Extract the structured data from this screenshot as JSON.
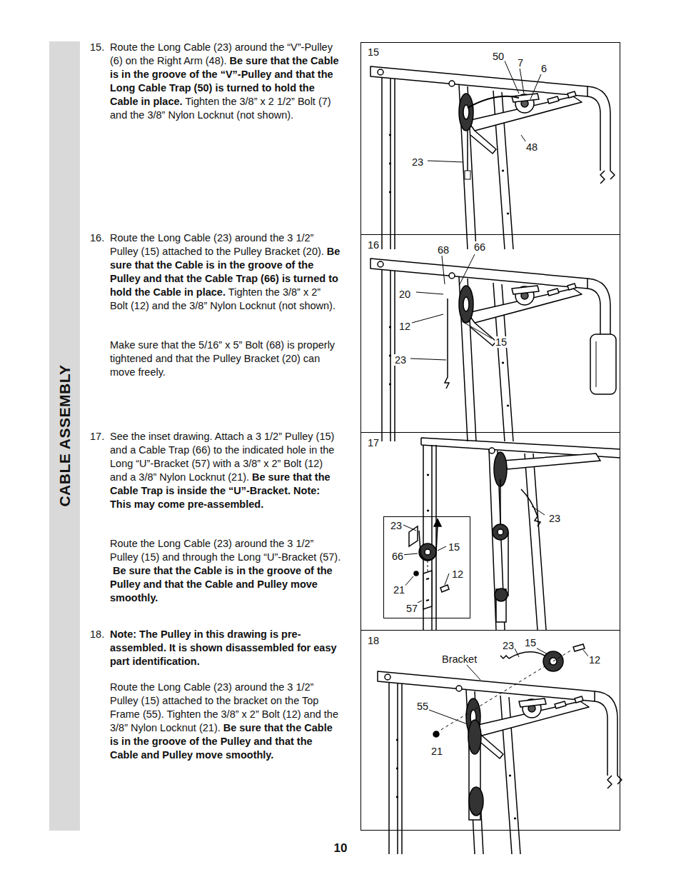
{
  "diagram": {
    "nodes": [
      {
        "text": [
          "CABLE ASSEMBLY"
        ]
      },
      {
        "text": [
          "15",
          "50",
          "7",
          "6",
          "48",
          "23"
        ]
      },
      {
        "text": [
          "16",
          "68",
          "66",
          "20",
          "12",
          "15",
          "23"
        ]
      },
      {
        "text": [
          "17",
          "23"
        ]
      },
      {
        "text": [
          "23",
          "66",
          "15",
          "12",
          "21",
          "57"
        ],
        "in": 3
      },
      {
        "text": [
          "18",
          "23",
          "15",
          "Bracket",
          "12",
          "55",
          "21"
        ]
      }
    ],
    "labels": [
      "15.",
      "Route the Long Cable (23) around the “V”-Pulley (6) on the Right Arm (48).",
      "Be sure that the Cable is in the groove of the “V”-Pulley and that the Long Cable Trap (50) is turned to hold the Cable in place.",
      "Tighten the 3/8” x 2 1/2” Bolt (7) and the 3/8” Nylon Locknut (not shown).",
      "16.",
      "Route the Long Cable (23) around the 3 1/2” Pulley (15) attached to the Pulley Bracket (20).",
      "Be sure that the Cable is in the groove of the Pulley and that the Cable Trap (66) is turned to hold the Cable in place.",
      "Tighten the 3/8” x 2” Bolt (12) and the 3/8” Nylon Locknut (not shown).",
      "Make sure that the 5/16” x 5” Bolt (68) is properly tightened and that the Pulley Bracket (20) can move freely.",
      "17.",
      "See the inset drawing. Attach a 3 1/2” Pulley (15) and a Cable Trap (66) to the indicated hole in the Long “U”-Bracket (57) with a 3/8” x 2” Bolt (12) and a 3/8” Nylon Locknut (21).",
      "Be sure that the Cable Trap is inside the “U”-Bracket. Note: This may come pre-assembled.",
      "Route the Long Cable (23) around the 3 1/2” Pulley (15) and through the Long “U”-Bracket (57).",
      "Be sure that the Cable is in the groove of the Pulley and that the Cable and Pulley move smoothly.",
      "18.",
      "Note: The Pulley in this drawing is pre-assembled. It is shown disassembled for easy part identification.",
      "Route the Long Cable (23) around the 3 1/2” Pulley (15) attached to the bracket on the Top Frame (55). Tighten the 3/8” x 2” Bolt (12) and the 3/8” Nylon Locknut (21).",
      "Be sure that the Cable is in the groove of the Pulley and that the Cable and Pulley move smoothly.",
      "10"
    ]
  }
}
